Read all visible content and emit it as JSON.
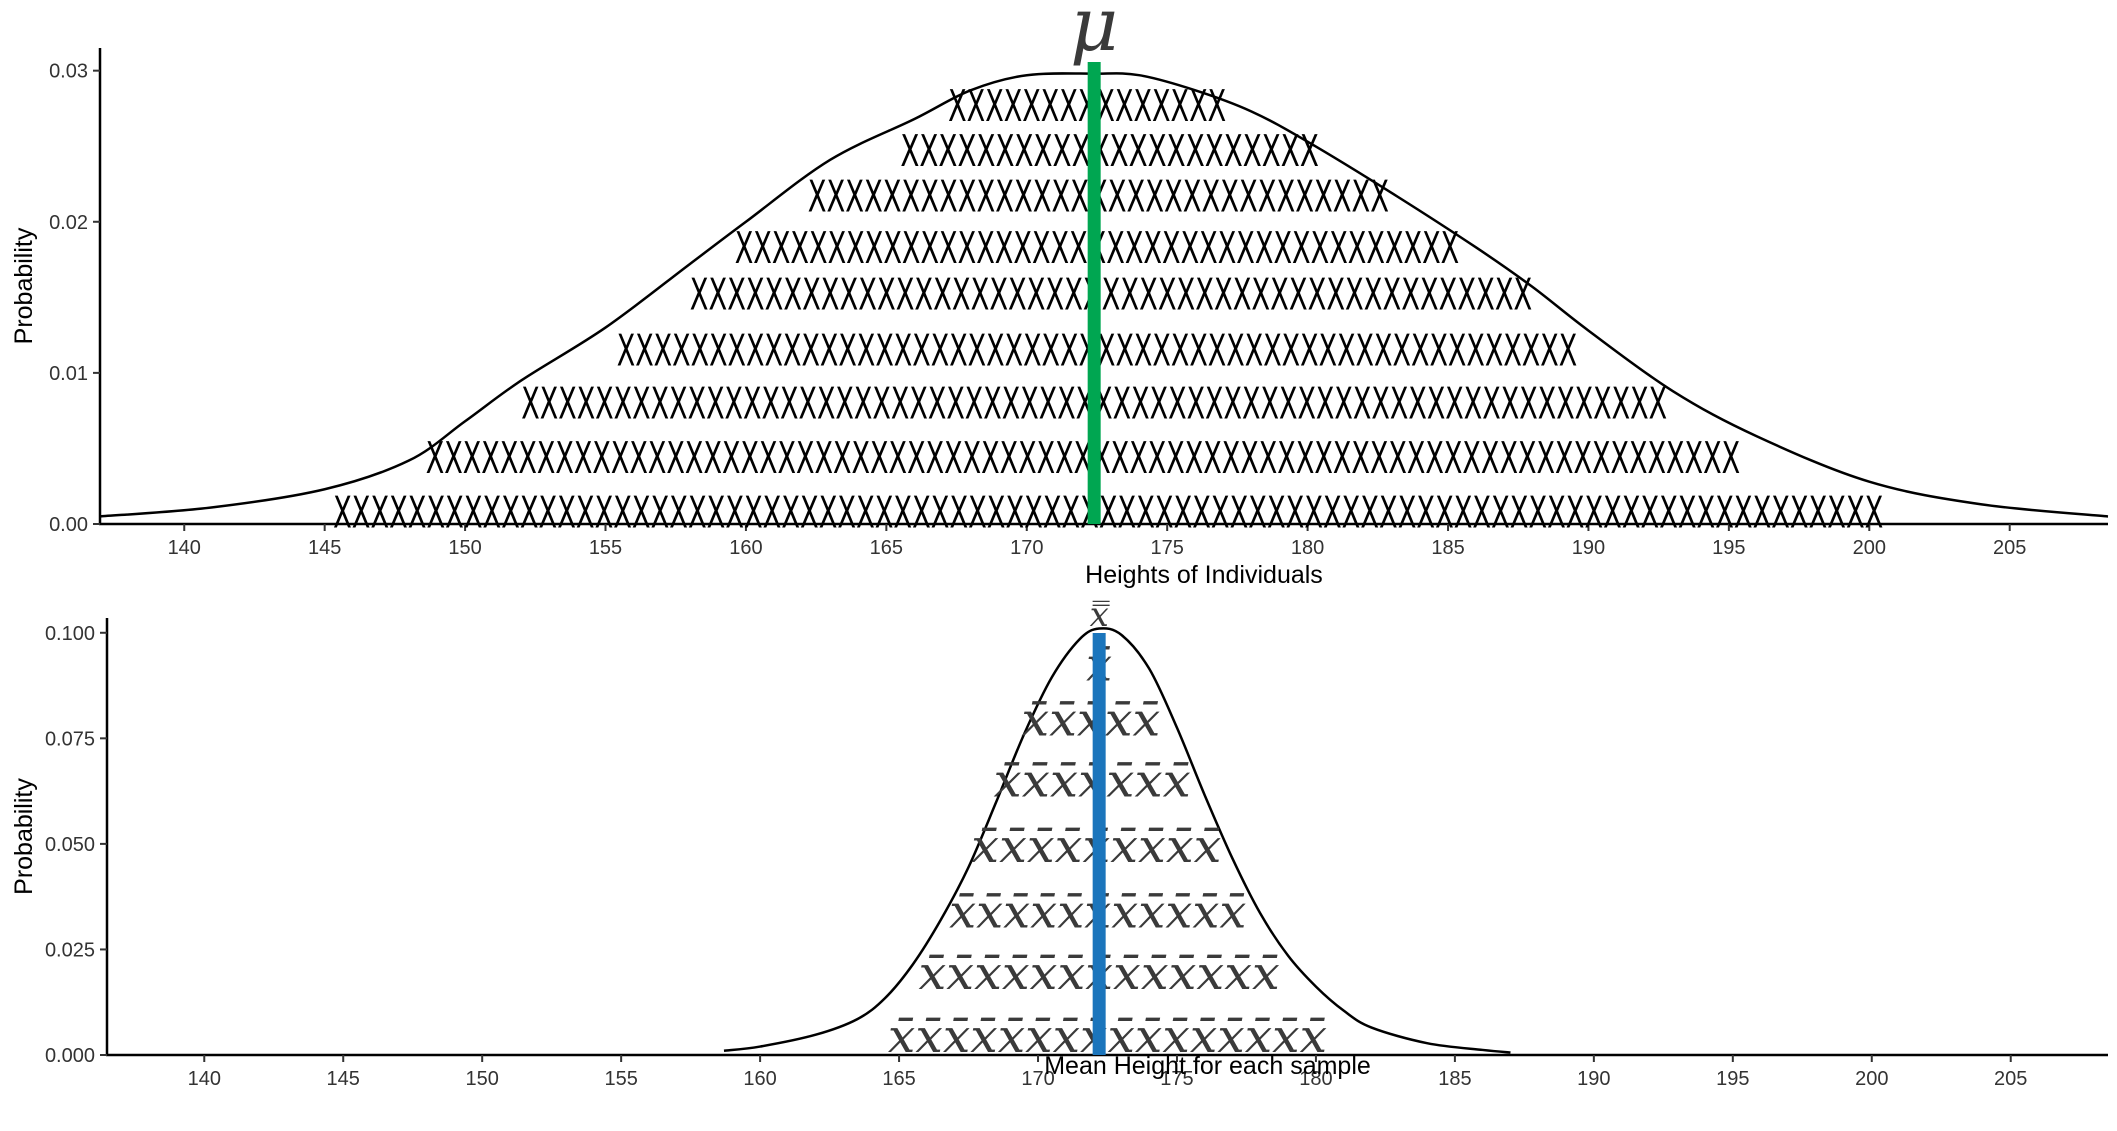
{
  "chart_data": [
    {
      "type": "area",
      "title": "",
      "xlabel": "Heights of Individuals",
      "ylabel": "Probability",
      "xlim": [
        137,
        208.5
      ],
      "ylim": [
        0,
        0.0315
      ],
      "x_ticks": [
        140,
        145,
        150,
        155,
        160,
        165,
        170,
        175,
        180,
        185,
        190,
        195,
        200,
        205
      ],
      "y_ticks": [
        0.0,
        0.01,
        0.02,
        0.03
      ],
      "y_tick_labels": [
        "0.00",
        "0.01",
        "0.02",
        "0.03"
      ],
      "grid": false,
      "density": {
        "x": [
          137,
          141,
          145,
          148,
          150,
          152,
          155,
          158,
          160,
          163,
          166,
          168,
          170,
          172.4,
          174,
          176,
          178,
          180,
          183,
          186,
          188,
          190,
          193,
          196,
          200,
          204,
          208.5
        ],
        "y": [
          0.0005,
          0.0011,
          0.0023,
          0.0042,
          0.0068,
          0.0095,
          0.013,
          0.0172,
          0.02,
          0.0241,
          0.0268,
          0.0287,
          0.0297,
          0.0298,
          0.0297,
          0.0287,
          0.0273,
          0.0253,
          0.0219,
          0.0183,
          0.0157,
          0.0128,
          0.0088,
          0.0058,
          0.0028,
          0.0013,
          0.0005
        ]
      },
      "mean_line": {
        "x": 172.4,
        "label": "μ",
        "color": "#00a651"
      },
      "dot_rows": {
        "marker": "X",
        "rows": [
          {
            "y": 0.0008,
            "x_start": 145.3,
            "x_end": 200.5
          },
          {
            "y": 0.0044,
            "x_start": 148.6,
            "x_end": 195.4
          },
          {
            "y": 0.008,
            "x_start": 152.0,
            "x_end": 192.8
          },
          {
            "y": 0.0115,
            "x_start": 155.4,
            "x_end": 189.6
          },
          {
            "y": 0.0152,
            "x_start": 158.0,
            "x_end": 188.0
          },
          {
            "y": 0.0183,
            "x_start": 159.6,
            "x_end": 185.4
          },
          {
            "y": 0.0217,
            "x_start": 162.2,
            "x_end": 182.9
          },
          {
            "y": 0.0247,
            "x_start": 165.5,
            "x_end": 180.4
          },
          {
            "y": 0.0277,
            "x_start": 167.2,
            "x_end": 177.1
          }
        ]
      }
    },
    {
      "type": "area",
      "title": "",
      "xlabel": "Mean Height for each sample",
      "ylabel": "Probability",
      "xlim": [
        136.5,
        208.5
      ],
      "ylim": [
        0,
        0.1035
      ],
      "x_ticks": [
        140,
        145,
        150,
        155,
        160,
        165,
        170,
        175,
        180,
        185,
        190,
        195,
        200,
        205
      ],
      "y_ticks": [
        0.0,
        0.025,
        0.05,
        0.075,
        0.1
      ],
      "y_tick_labels": [
        "0.000",
        "0.025",
        "0.050",
        "0.075",
        "0.100"
      ],
      "grid": false,
      "density": {
        "x": [
          158.7,
          160,
          162,
          163.5,
          164.5,
          165.5,
          166.5,
          167.5,
          168.5,
          169.5,
          170.5,
          171.5,
          172.2,
          173,
          174,
          175,
          176,
          177,
          178,
          179,
          180,
          181,
          182,
          184,
          186,
          187
        ],
        "y": [
          0.001,
          0.002,
          0.0048,
          0.0085,
          0.0135,
          0.0215,
          0.032,
          0.0445,
          0.06,
          0.076,
          0.0895,
          0.0985,
          0.101,
          0.0995,
          0.0915,
          0.0775,
          0.0615,
          0.0465,
          0.0335,
          0.0235,
          0.0162,
          0.0105,
          0.0065,
          0.0028,
          0.0012,
          0.0006
        ]
      },
      "mean_line": {
        "x": 172.2,
        "label": "x̿",
        "color": "#1b75bc"
      },
      "dot_rows": {
        "marker": "x̄",
        "rows": [
          {
            "y": 0.0045,
            "x_start": 164.6,
            "x_end": 180.4
          },
          {
            "y": 0.0195,
            "x_start": 165.7,
            "x_end": 178.7
          },
          {
            "y": 0.034,
            "x_start": 166.8,
            "x_end": 177.5
          },
          {
            "y": 0.0495,
            "x_start": 167.6,
            "x_end": 176.6
          },
          {
            "y": 0.065,
            "x_start": 168.4,
            "x_end": 175.5
          },
          {
            "y": 0.0795,
            "x_start": 169.4,
            "x_end": 174.4
          },
          {
            "y": 0.0925,
            "x_start": 172.2,
            "x_end": 172.2
          }
        ]
      }
    }
  ]
}
